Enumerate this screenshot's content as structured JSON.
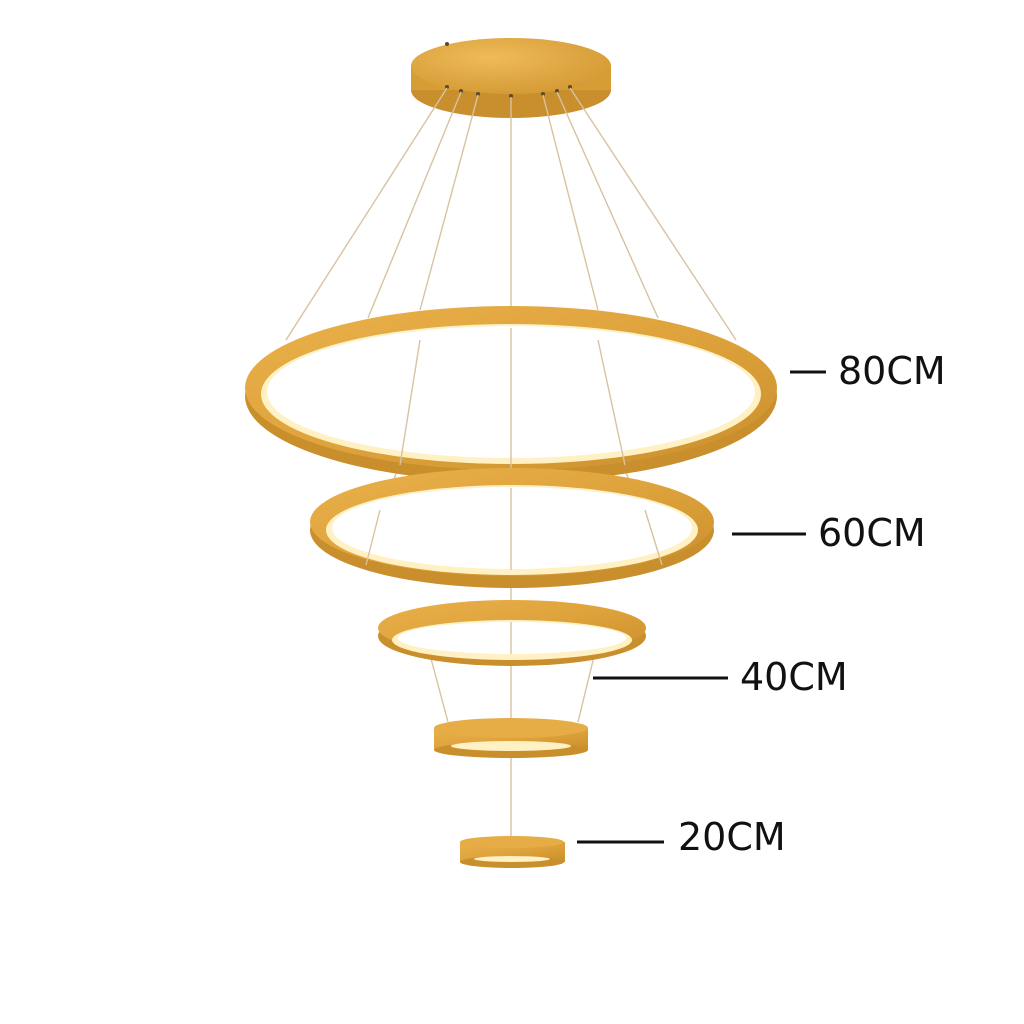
{
  "product": {
    "name_icon": "ring-chandelier-icon",
    "colors": {
      "gold": "#e0a63f",
      "gold_dark": "#c98f2c",
      "glow": "#fff1c4",
      "wire": "#d8c2a2",
      "text": "#111111"
    }
  },
  "dimensions": [
    {
      "label": "80CM"
    },
    {
      "label": "60CM"
    },
    {
      "label": "40CM"
    },
    {
      "label": "20CM"
    }
  ]
}
